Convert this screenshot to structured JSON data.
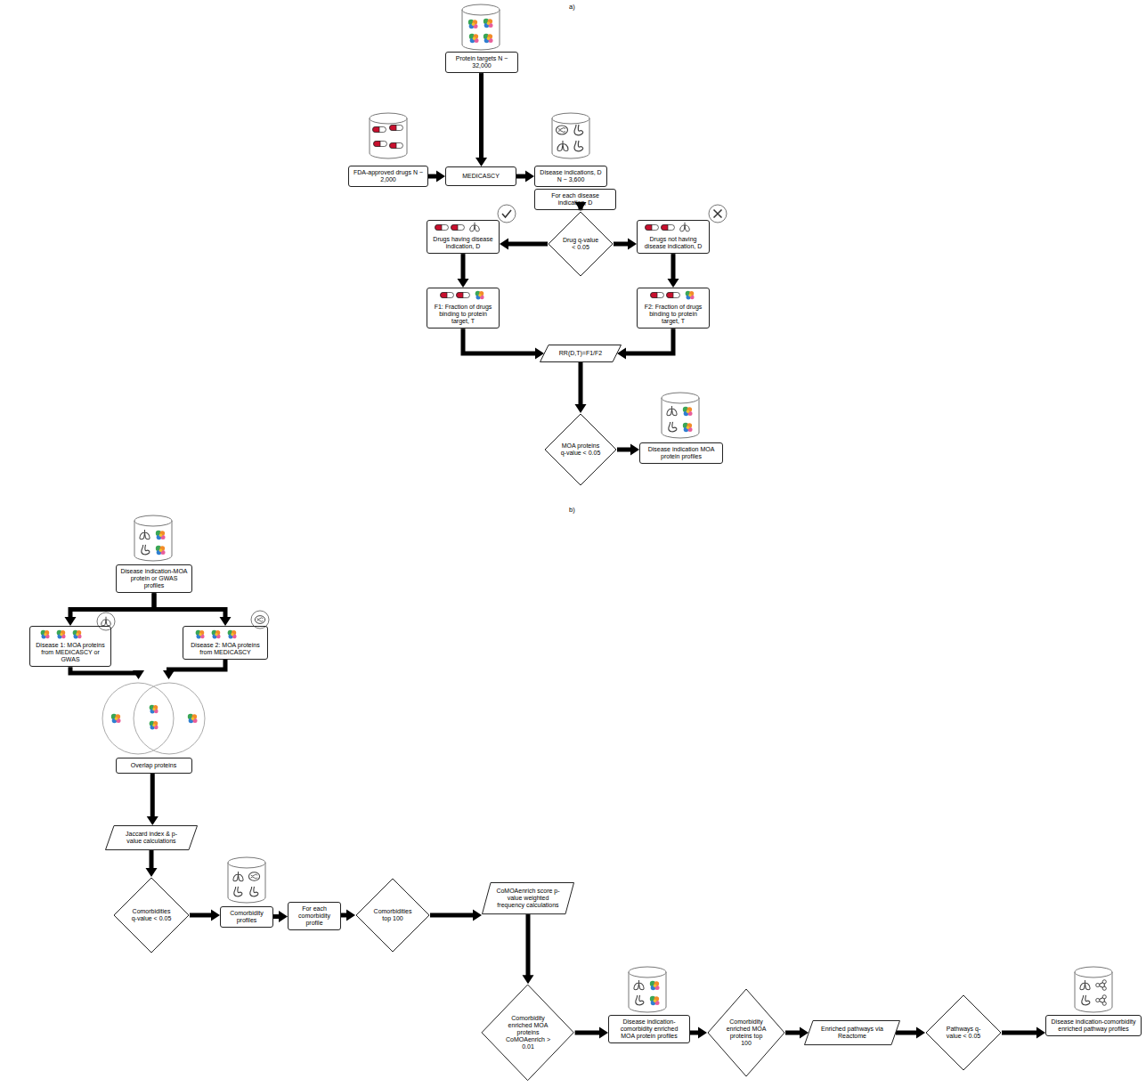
{
  "diagram": {
    "nodes": [
      {
        "text": [
          "FDA-approved drugs N ~ 2,000"
        ]
      },
      {
        "text": [
          "Protein targets N ~ 32,000"
        ]
      },
      {
        "text": [
          "MEDICASCY"
        ]
      },
      {
        "text": [
          "Disease indications, D N ~ 3,600"
        ]
      },
      {
        "text": [
          "For each disease indication, D"
        ]
      },
      {
        "text": [
          "Drug q-value < 0.05"
        ]
      },
      {
        "text": [
          "Drugs having disease indication, D"
        ]
      },
      {
        "text": [
          "Drugs not having disease indication, D"
        ]
      },
      {
        "text": [
          "F1: Fraction of drugs binding to protein target, T"
        ]
      },
      {
        "text": [
          "F2: Fraction of drugs binding to protein target, T"
        ]
      },
      {
        "text": [
          "RR(D,T)=F1/F2"
        ]
      },
      {
        "text": [
          "MOA proteins q-value < 0.05"
        ]
      },
      {
        "text": [
          "Disease indication MOA protein profiles"
        ]
      },
      {
        "text": [
          "Disease indication-MOA protein or GWAS profiles"
        ]
      },
      {
        "text": [
          "Disease 1: MOA proteins from MEDICASCY or GWAS"
        ]
      },
      {
        "text": [
          "Disease 2: MOA proteins from MEDICASCY"
        ]
      },
      {
        "text": [
          "Overlap proteins"
        ]
      },
      {
        "text": [
          "Jaccard index & p-value calculations"
        ]
      },
      {
        "text": [
          "Comorbidities q-value < 0.05"
        ]
      },
      {
        "text": [
          "Comorbidity profiles"
        ]
      },
      {
        "text": [
          "For each comorbidity profile"
        ]
      },
      {
        "text": [
          "Comorbidities top 100"
        ]
      },
      {
        "text": [
          "CoMOAenrich score p-value weighted frequency calculations"
        ]
      },
      {
        "text": [
          "Comorbidity enriched MOA proteins CoMOAenrich > 0.01"
        ]
      },
      {
        "text": [
          "Disease indication-comorbidity enriched MOA protein profiles"
        ]
      },
      {
        "text": [
          "Comorbidity enriched MOA proteins top 100"
        ]
      },
      {
        "text": [
          "Enriched pathways via Reactome"
        ]
      },
      {
        "text": [
          "Pathways q-value < 0.05"
        ]
      },
      {
        "text": [
          "Disease indication-comorbidity enriched pathway profiles"
        ]
      }
    ],
    "edges": [
      {
        "from": 0,
        "to": 2,
        "arrow": "to"
      },
      {
        "from": 1,
        "to": 2,
        "arrow": "to"
      },
      {
        "from": 2,
        "to": 3,
        "arrow": "to"
      },
      {
        "from": 4,
        "to": 5,
        "arrow": "to"
      },
      {
        "from": 5,
        "to": 6,
        "arrow": "to"
      },
      {
        "from": 5,
        "to": 7,
        "arrow": "to"
      },
      {
        "from": 6,
        "to": 8,
        "arrow": "to"
      },
      {
        "from": 7,
        "to": 9,
        "arrow": "to"
      },
      {
        "from": 8,
        "to": 10,
        "arrow": "to"
      },
      {
        "from": 9,
        "to": 10,
        "arrow": "to"
      },
      {
        "from": 10,
        "to": 11,
        "arrow": "to"
      },
      {
        "from": 11,
        "to": 12,
        "arrow": "to"
      },
      {
        "from": 13,
        "to": 14,
        "arrow": "to"
      },
      {
        "from": 13,
        "to": 15,
        "arrow": "to"
      },
      {
        "from": 14,
        "to": 16,
        "arrow": "to"
      },
      {
        "from": 15,
        "to": 16,
        "arrow": "to"
      },
      {
        "from": 16,
        "to": 17,
        "arrow": "to"
      },
      {
        "from": 17,
        "to": 18,
        "arrow": "to"
      },
      {
        "from": 18,
        "to": 19,
        "arrow": "to"
      },
      {
        "from": 19,
        "to": 20,
        "arrow": "to"
      },
      {
        "from": 20,
        "to": 21,
        "arrow": "to"
      },
      {
        "from": 21,
        "to": 22,
        "arrow": "to"
      },
      {
        "from": 22,
        "to": 23,
        "arrow": "to"
      },
      {
        "from": 23,
        "to": 24,
        "arrow": "to"
      },
      {
        "from": 24,
        "to": 25,
        "arrow": "to"
      },
      {
        "from": 25,
        "to": 26,
        "arrow": "to"
      },
      {
        "from": 26,
        "to": 27,
        "arrow": "to"
      },
      {
        "from": 27,
        "to": 28,
        "arrow": "to"
      }
    ],
    "labels": [
      "a)",
      "b)"
    ]
  }
}
